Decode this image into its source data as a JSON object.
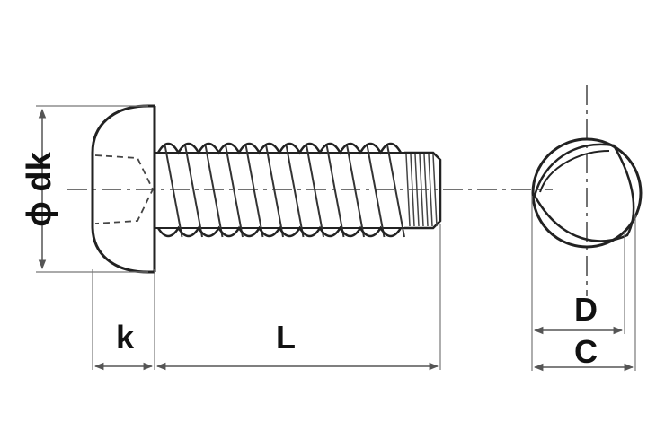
{
  "labels": {
    "dk": "ϕ dk",
    "k": "k",
    "L": "L",
    "D": "D",
    "C": "C"
  },
  "colors": {
    "line": "#222222",
    "dim": "#666666",
    "background": "#ffffff"
  }
}
